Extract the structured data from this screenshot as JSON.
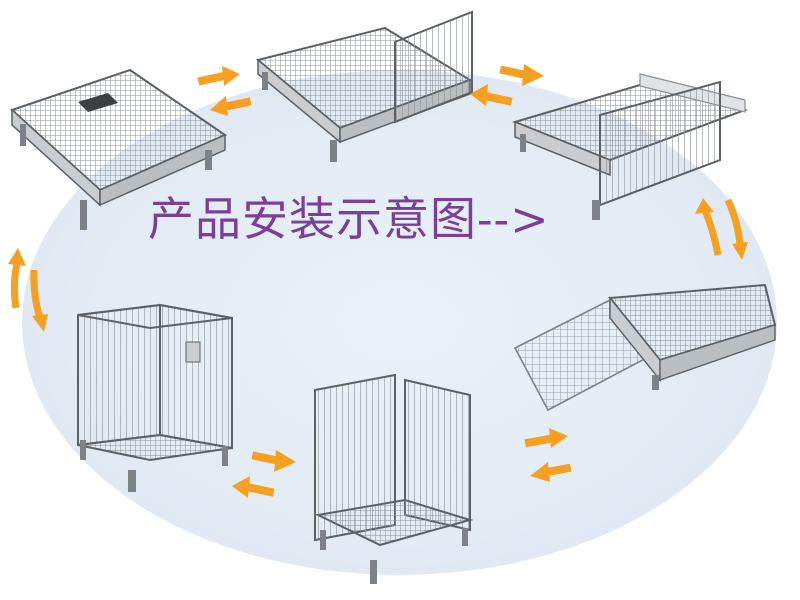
{
  "title": "产品安装示意图-->",
  "colors": {
    "title": "#7a3f98",
    "arrows": "#f5a020",
    "background_ellipse": "#e3ecf5",
    "wire": "#8a9096"
  },
  "steps": [
    {
      "name": "folded-cage"
    },
    {
      "name": "raising-first-side"
    },
    {
      "name": "first-side-up"
    },
    {
      "name": "lowering-panels"
    },
    {
      "name": "three-sides-up"
    },
    {
      "name": "fully-assembled-cage"
    }
  ]
}
